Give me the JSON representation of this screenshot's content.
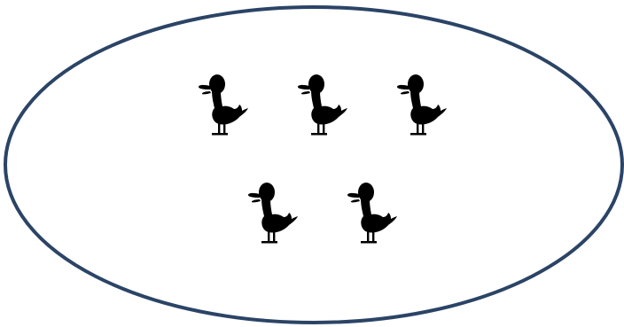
{
  "diagram": {
    "type": "set-illustration",
    "container_shape": "ellipse",
    "outline_color": "#2b4466",
    "background_color": "#ffffff",
    "item_icon": "duck-icon",
    "item_color": "#000000",
    "rows": [
      {
        "count": 3
      },
      {
        "count": 2
      }
    ],
    "total_items": 5
  }
}
